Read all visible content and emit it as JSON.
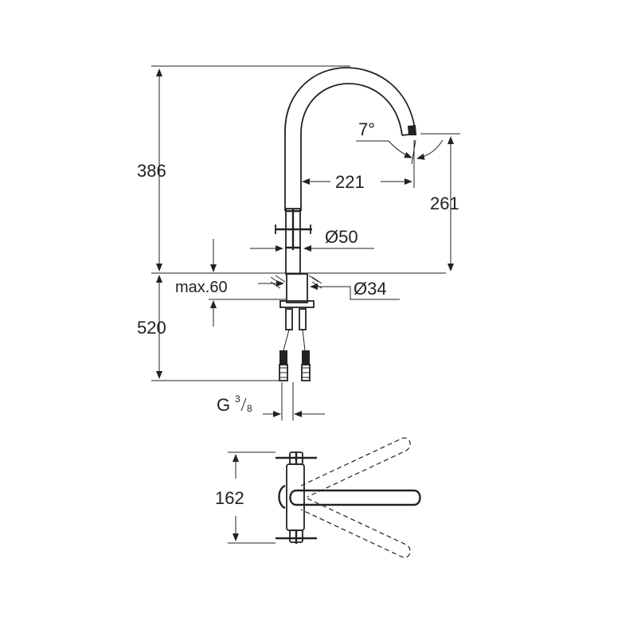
{
  "dimensions": {
    "total_height": "386",
    "reach": "221",
    "spout_height": "261",
    "spout_angle": "7°",
    "base_diameter": "Ø50",
    "hole_diameter": "Ø34",
    "max_deck": "max.60",
    "hose_length": "520",
    "thread_prefix": "G",
    "thread_num": "3",
    "thread_den": "8",
    "handle_span": "162"
  },
  "colors": {
    "line": "#222222",
    "background": "#ffffff"
  }
}
